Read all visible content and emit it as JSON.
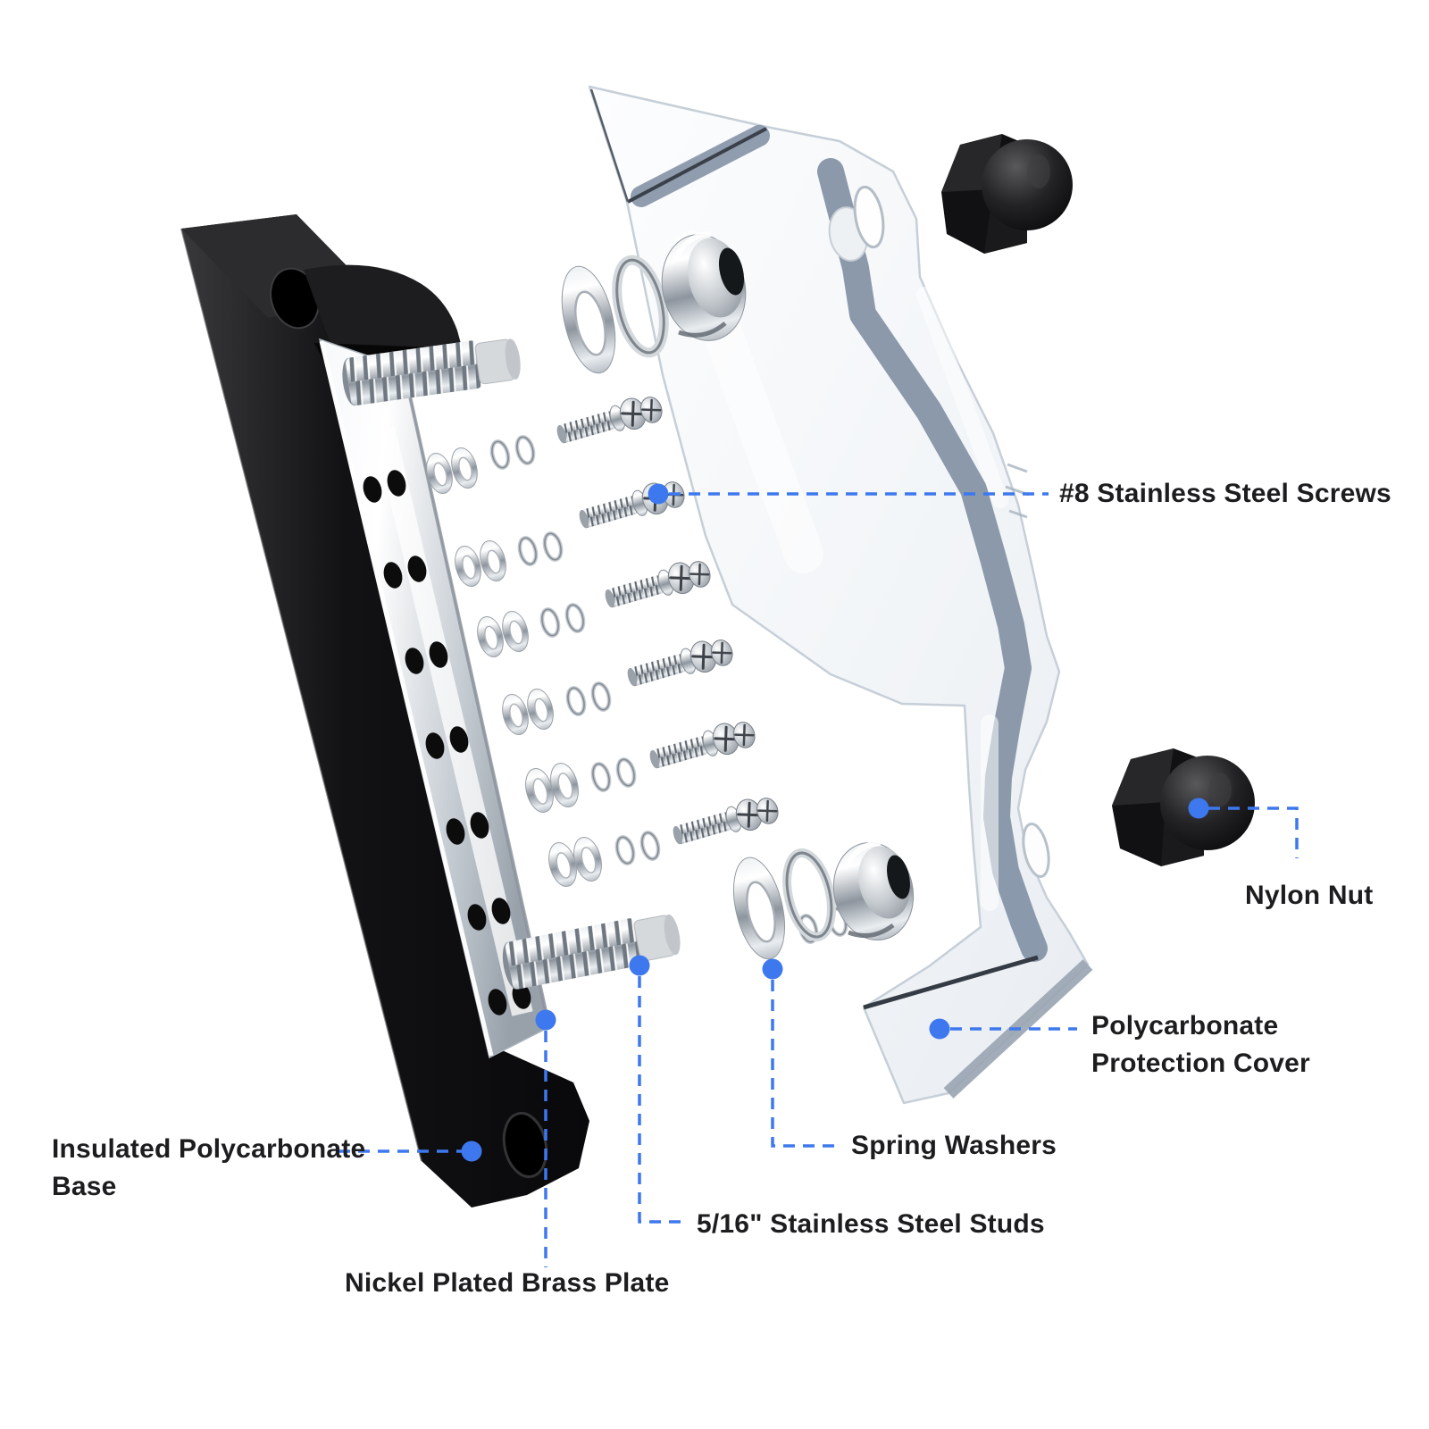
{
  "figure_type": "exploded-parts-diagram",
  "product": "insulated bus bar terminal block kit",
  "theme": {
    "background": "#ffffff",
    "leader_blue": "#3d78ee",
    "label_color": "#1d1d1f",
    "base_black": "#131315",
    "cover_stripe": "#8593a6",
    "metal_light": "#f4f6f8",
    "metal_dark": "#8d959e"
  },
  "labels": {
    "screws": "#8 Stainless Steel Screws",
    "nylon_nut": "Nylon Nut",
    "cover_line1": "Polycarbonate",
    "cover_line2": "Protection Cover",
    "spring_washers": "Spring Washers",
    "studs": "5/16\" Stainless Steel Studs",
    "plate": "Nickel Plated Brass Plate",
    "base_line1": "Insulated Polycarbonate",
    "base_line2": "Base"
  },
  "parts": [
    {
      "name": "insulated-polycarbonate-base",
      "label_ref": "base_line1"
    },
    {
      "name": "nickel-plated-brass-plate",
      "label_ref": "plate"
    },
    {
      "name": "stainless-steel-studs",
      "label_ref": "studs",
      "count_visible": 2
    },
    {
      "name": "stainless-steel-screws",
      "label_ref": "screws",
      "count_visible": 6
    },
    {
      "name": "spring-washers",
      "label_ref": "spring_washers"
    },
    {
      "name": "polycarbonate-protection-cover",
      "label_ref": "cover_line1"
    },
    {
      "name": "nylon-nut",
      "label_ref": "nylon_nut",
      "count_visible": 2
    }
  ]
}
